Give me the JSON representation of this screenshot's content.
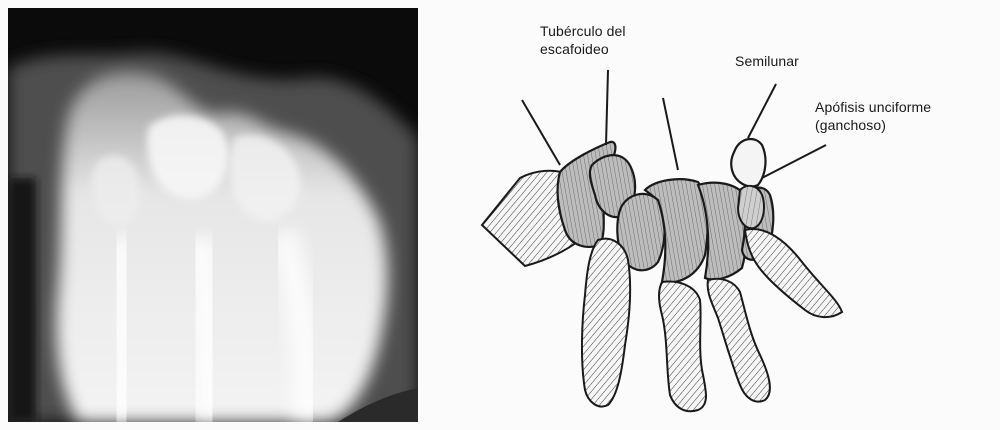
{
  "labels": {
    "scaphoid_tubercle": {
      "line1": "Tubérculo del",
      "line2": "escafoideo"
    },
    "semilunar": "Semilunar",
    "hamate_hook": {
      "line1": "Apófisis unciforme",
      "line2": "(ganchoso)"
    }
  },
  "colors": {
    "xray_background": "#0b0b0b",
    "bone": "#e8e8e8",
    "ink": "#1a1a1a",
    "paper": "#fbfbfb"
  }
}
